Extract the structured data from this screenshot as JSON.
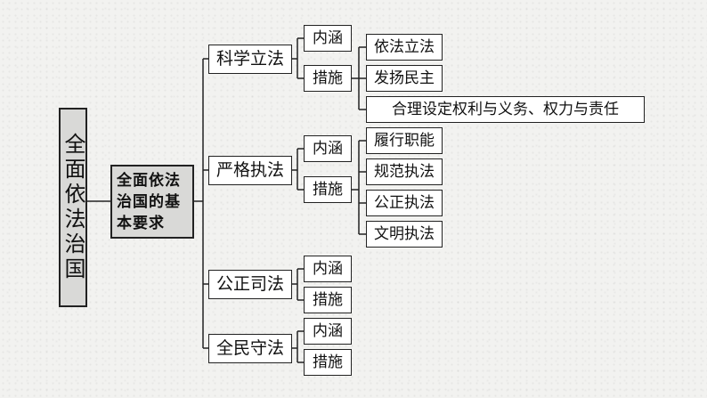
{
  "root": "全面依法治国",
  "requirement": "全面依法治国的基本要求",
  "branches": [
    {
      "label": "科学立法",
      "inner": "内涵",
      "measure": "措施",
      "measure_items": [
        "依法立法",
        "发扬民主",
        "合理设定权利与义务、权力与责任"
      ]
    },
    {
      "label": "严格执法",
      "inner": "内涵",
      "measure": "措施",
      "measure_items": [
        "履行职能",
        "规范执法",
        "公正执法",
        "文明执法"
      ]
    },
    {
      "label": "公正司法",
      "inner": "内涵",
      "measure": "措施",
      "measure_items": []
    },
    {
      "label": "全民守法",
      "inner": "内涵",
      "measure": "措施",
      "measure_items": []
    }
  ]
}
